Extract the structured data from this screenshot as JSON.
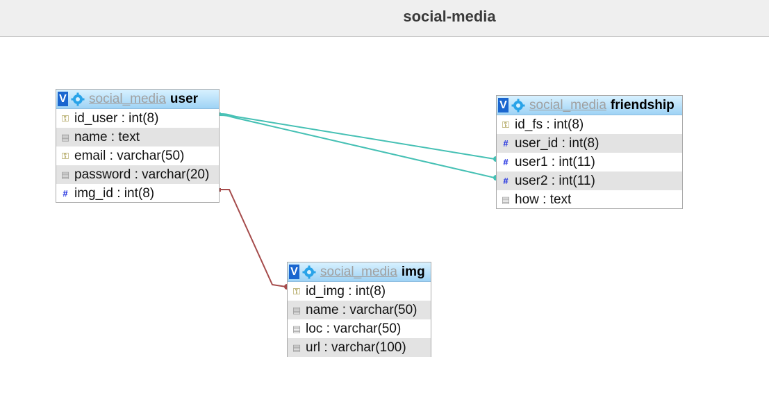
{
  "page": {
    "title": "social-media"
  },
  "colors": {
    "relation_user_friendship": "#45c0b4",
    "relation_user_img": "#a54b4b",
    "header_gradient_top": "#d8f1ff",
    "header_gradient_bottom": "#9fd3f5"
  },
  "tables": {
    "user": {
      "db": "social_media",
      "name": "user",
      "toggle": "V",
      "columns": [
        {
          "text": "id_user : int(8)",
          "icon": "key-icon"
        },
        {
          "text": "name : text",
          "icon": "text-column-icon"
        },
        {
          "text": "email : varchar(50)",
          "icon": "key-icon"
        },
        {
          "text": "password : varchar(20)",
          "icon": "text-column-icon"
        },
        {
          "text": "img_id : int(8)",
          "icon": "numeric-column-icon"
        }
      ]
    },
    "friendship": {
      "db": "social_media",
      "name": "friendship",
      "toggle": "V",
      "columns": [
        {
          "text": "id_fs : int(8)",
          "icon": "key-icon"
        },
        {
          "text": "user_id : int(8)",
          "icon": "numeric-column-icon"
        },
        {
          "text": "user1 : int(11)",
          "icon": "numeric-column-icon"
        },
        {
          "text": "user2 : int(11)",
          "icon": "numeric-column-icon"
        },
        {
          "text": "how : text",
          "icon": "text-column-icon"
        }
      ]
    },
    "img": {
      "db": "social_media",
      "name": "img",
      "toggle": "V",
      "columns": [
        {
          "text": "id_img : int(8)",
          "icon": "key-icon"
        },
        {
          "text": "name : varchar(50)",
          "icon": "text-column-icon"
        },
        {
          "text": "loc : varchar(50)",
          "icon": "text-column-icon"
        },
        {
          "text": "url : varchar(100)",
          "icon": "text-column-icon"
        }
      ]
    }
  }
}
